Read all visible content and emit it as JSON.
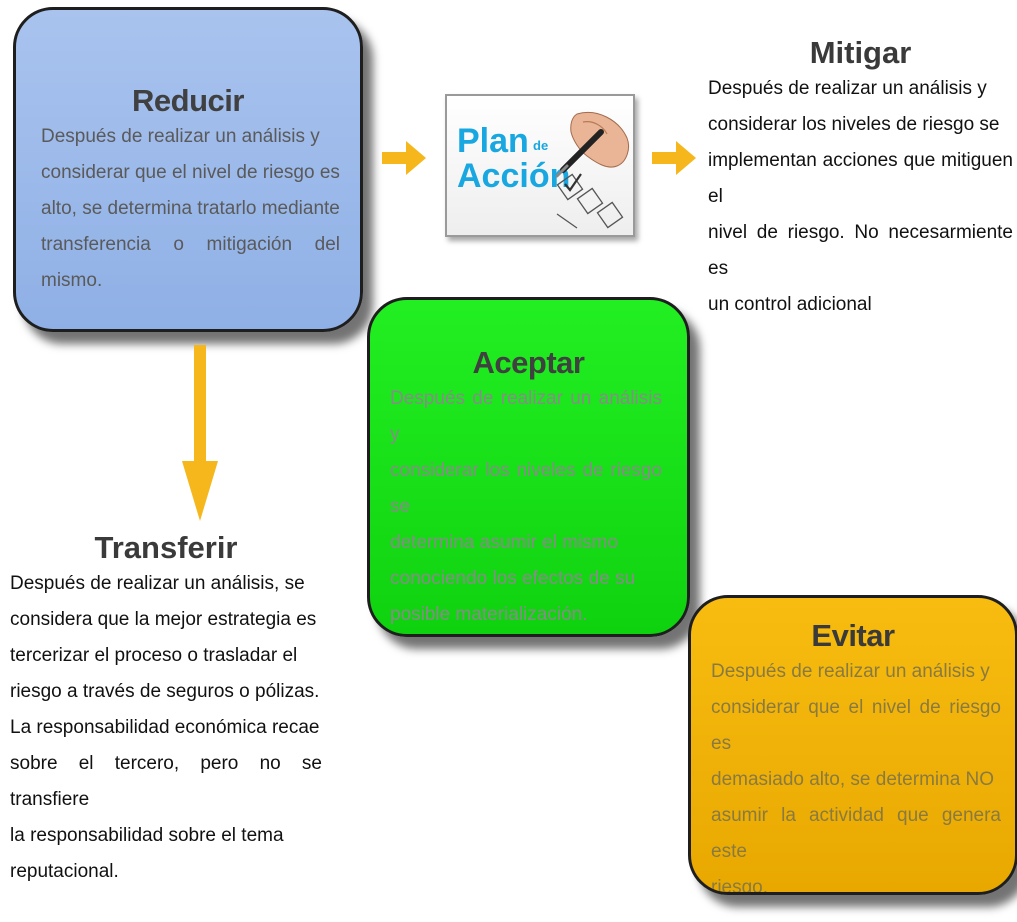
{
  "colors": {
    "reducir_bg": "#a9c3ee",
    "aceptar_bg": "#1fe61f",
    "evitar_bg": "#f5b90f",
    "arrow": "#f5b71c",
    "plan_text": "#18a7e0"
  },
  "reducir": {
    "title": "Reducir",
    "lines": [
      "Después de realizar un análisis y",
      "considerar que el nivel de riesgo es",
      "alto, se determina tratarlo mediante",
      "transferencia o mitigación del mismo."
    ]
  },
  "plan": {
    "word1": "Plan",
    "word2": "de",
    "word3": "Acción"
  },
  "mitigar": {
    "title": "Mitigar",
    "lines": [
      "Después de realizar un análisis y",
      "considerar los niveles de riesgo se",
      "implementan acciones que mitiguen el",
      "nivel de riesgo.  No necesarmiente es",
      "un control adicional"
    ]
  },
  "aceptar": {
    "title": "Aceptar",
    "lines": [
      "Después de realizar un análisis y",
      "considerar los niveles de riesgo se",
      "determina asumir el mismo",
      "conociendo los efectos de su",
      "posible materialización."
    ]
  },
  "transferir": {
    "title": "Transferir",
    "lines": [
      "Después de realizar un análisis, se",
      "considera que la mejor estrategia es",
      "tercerizar el proceso o trasladar el",
      "riesgo a través de seguros o pólizas.",
      "La responsabilidad económica recae",
      "sobre el tercero, pero no se transfiere",
      "la responsabilidad sobre el tema",
      "reputacional."
    ]
  },
  "evitar": {
    "title": "Evitar",
    "lines": [
      "Después de realizar un análisis y",
      "considerar que el nivel de riesgo es",
      "demasiado alto, se determina  NO",
      "asumir la actividad que genera este",
      "riesgo."
    ]
  }
}
